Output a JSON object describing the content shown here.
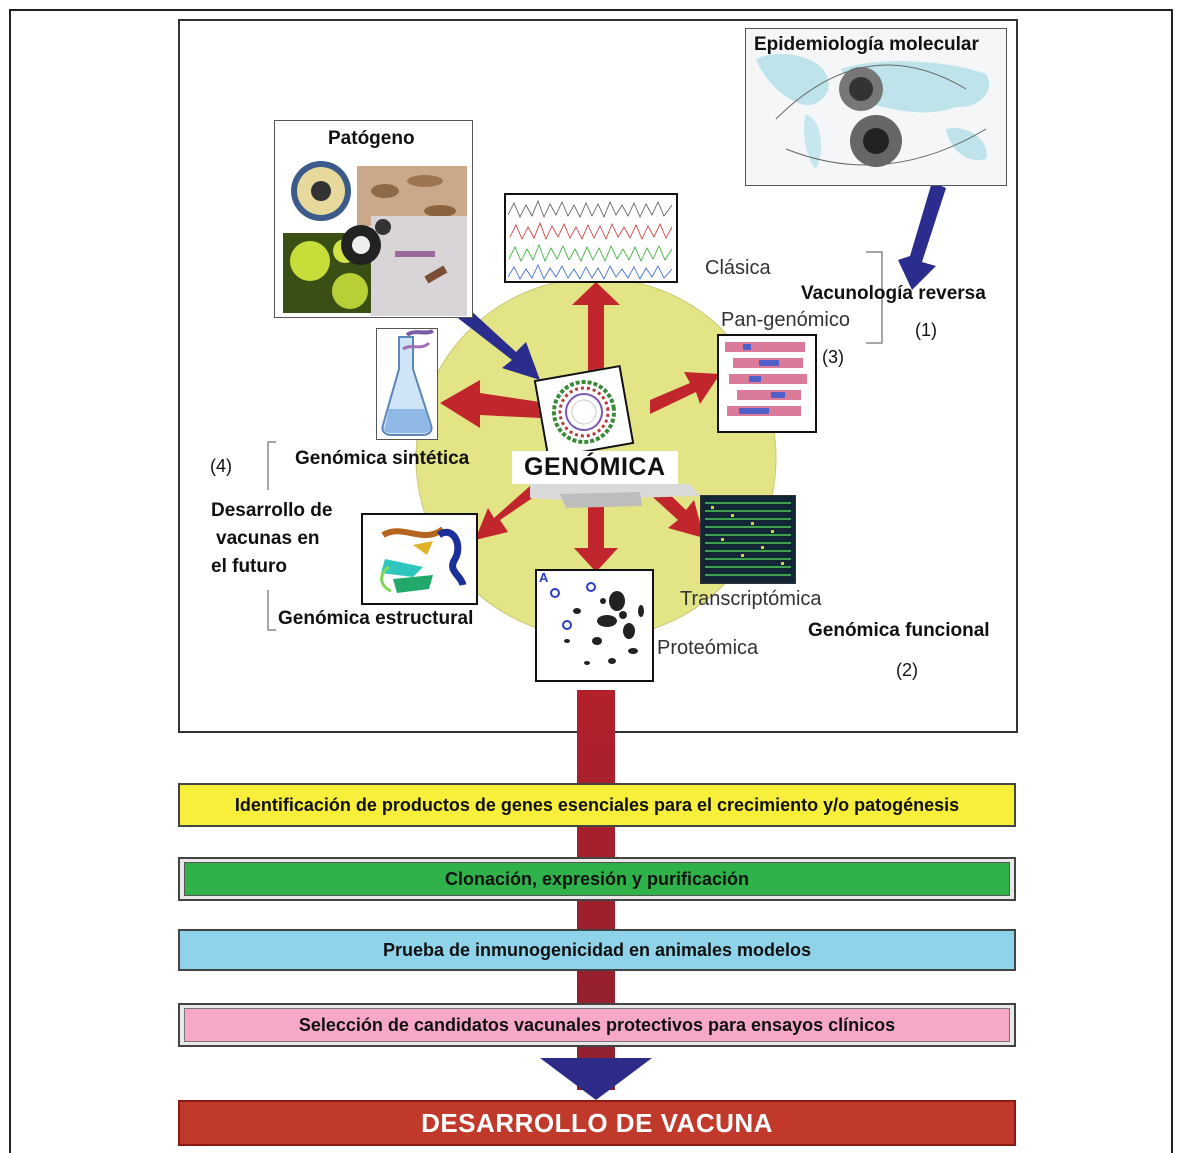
{
  "labels": {
    "epidemiologia": "Epidemiología molecular",
    "patogeno": "Patógeno",
    "clasica": "Clásica",
    "vacunologia": "Vacunología reversa",
    "pangenomico": "Pan-genómico",
    "num1": "(1)",
    "num3": "(3)",
    "num4": "(4)",
    "num2": "(2)",
    "sintetica": "Genómica sintética",
    "genomica": "GENÓMICA",
    "desarrollo_futuro_1": "Desarrollo de",
    "desarrollo_futuro_2": "vacunas en",
    "desarrollo_futuro_3": "el futuro",
    "estructural": "Genómica estructural",
    "transcriptomica": "Transcriptómica",
    "funcional": "Genómica funcional",
    "proteomica": "Proteómica",
    "gel_letter": "A"
  },
  "steps": [
    {
      "text": "Identificación de productos de genes esenciales para el crecimiento y/o patogénesis",
      "color": "#f7ef3a"
    },
    {
      "text": "Clonación, expresión y purificación",
      "color": "#2fb24a"
    },
    {
      "text": "Prueba de inmunogenicidad en animales modelos",
      "color": "#8fd3ea"
    },
    {
      "text": "Selección de candidatos vacunales protectivos para ensayos clínicos",
      "color": "#f7a8c8"
    }
  ],
  "final": "DESARROLLO DE VACUNA",
  "colors": {
    "circle": "#e3e486",
    "red_arrow": "#c0262c",
    "blue_arrow": "#2b2d8e",
    "final_bar": "#c0392b"
  },
  "icons": {
    "pathogen": "pathogen-collage-image",
    "world": "world-map-image",
    "chromatogram": "dna-sequence-chromatogram-image",
    "plasmid": "circular-genome-map-image",
    "flask": "flask-image",
    "pangenome": "pan-genome-alignment-image",
    "microarray": "microarray-image",
    "protein": "protein-structure-image",
    "gel": "2d-gel-image"
  }
}
